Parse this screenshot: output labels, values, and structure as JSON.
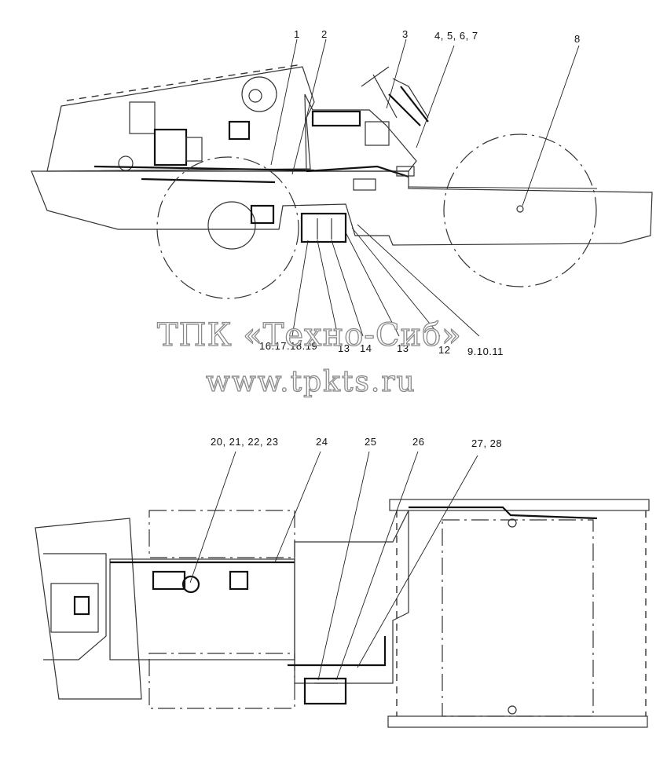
{
  "callouts_side_view": [
    {
      "id": "c1",
      "text": "1"
    },
    {
      "id": "c2",
      "text": "2"
    },
    {
      "id": "c3",
      "text": "3"
    },
    {
      "id": "c4567",
      "text": "4, 5, 6, 7"
    },
    {
      "id": "c8",
      "text": "8"
    },
    {
      "id": "c16171819",
      "text": "16.17.18.19"
    },
    {
      "id": "c13a",
      "text": "13"
    },
    {
      "id": "c14",
      "text": "14"
    },
    {
      "id": "c13b",
      "text": "13"
    },
    {
      "id": "c12",
      "text": "12"
    },
    {
      "id": "c91011",
      "text": "9.10.11"
    }
  ],
  "callouts_top_view": [
    {
      "id": "c20212223",
      "text": "20, 21, 22, 23"
    },
    {
      "id": "c24",
      "text": "24"
    },
    {
      "id": "c25",
      "text": "25"
    },
    {
      "id": "c26",
      "text": "26"
    },
    {
      "id": "c2728",
      "text": "27, 28"
    }
  ],
  "watermark": {
    "line1": "ТПК «Техно-Сиб»",
    "line2": "www.tpkts.ru"
  },
  "colors": {
    "line": "#333333",
    "watermark_outline": "#8a8a8a",
    "background": "#ffffff"
  }
}
